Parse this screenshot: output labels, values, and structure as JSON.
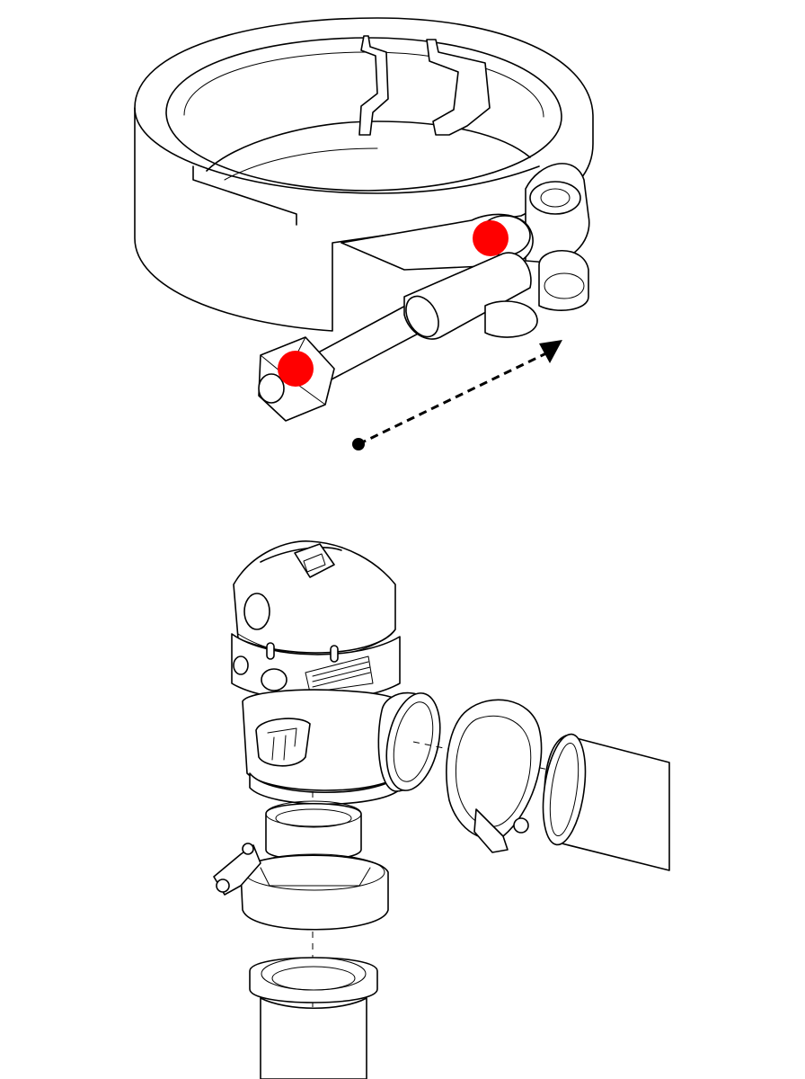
{
  "figure": {
    "description_icons": {
      "top": "v-band-clamp-icon",
      "bottom": "blow-off-valve-assembly-icon"
    },
    "colors": {
      "line": "#000000",
      "background": "#ffffff",
      "marker": "#ff0000"
    },
    "markers": [
      {
        "name": "marker-clamp-tbolt",
        "color": "#ff0000"
      },
      {
        "name": "marker-clamp-nut",
        "color": "#ff0000"
      }
    ],
    "arrow": {
      "style": "dashed",
      "direction": "tighten"
    }
  }
}
